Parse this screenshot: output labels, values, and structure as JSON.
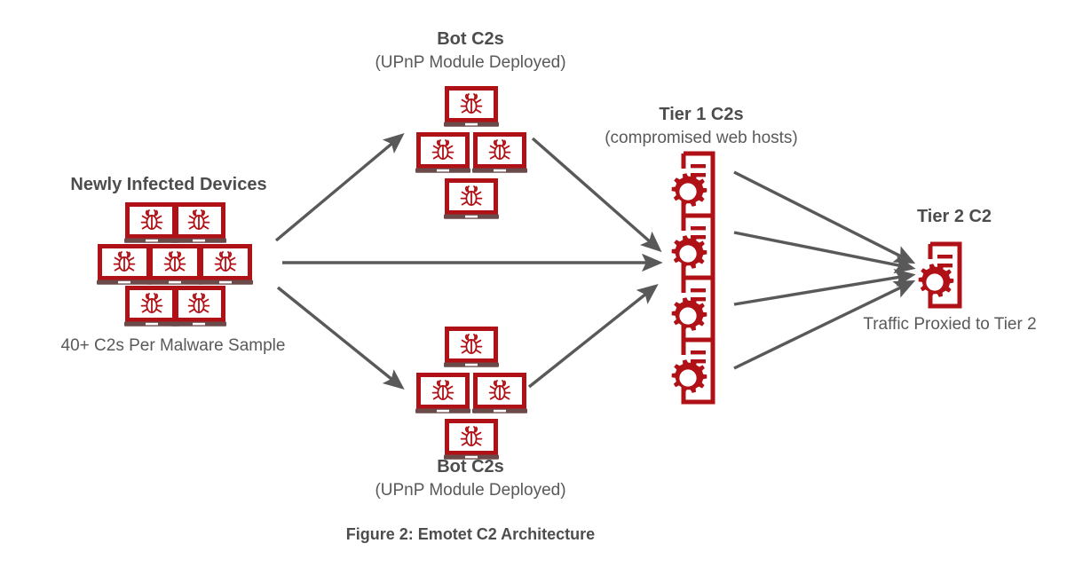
{
  "figure": {
    "caption": "Figure 2: Emotet C2 Architecture",
    "type": "diagram",
    "colors": {
      "icon_red": "#b01116",
      "laptop_base": "#6b4a4a",
      "arrow_gray": "#595959",
      "text_gray": "#595959",
      "heading_gray": "#4d4d4d",
      "background": "#ffffff"
    }
  },
  "nodes": {
    "infected": {
      "title": "Newly Infected Devices",
      "subtitle": "40+ C2s Per Malware Sample",
      "icon": "laptop-bug-icon",
      "count": 7,
      "rows": [
        2,
        3,
        2
      ]
    },
    "bot_c2s_top": {
      "title": "Bot C2s",
      "subtitle": "(UPnP Module Deployed)",
      "icon": "laptop-bug-icon",
      "count": 4,
      "arrangement": "diamond"
    },
    "bot_c2s_bottom": {
      "title": "Bot C2s",
      "subtitle": "(UPnP Module Deployed)",
      "icon": "laptop-bug-icon",
      "count": 4,
      "arrangement": "diamond"
    },
    "tier1": {
      "title": "Tier 1 C2s",
      "subtitle": "(compromised web hosts)",
      "icon": "server-gear-icon",
      "count": 4
    },
    "tier2": {
      "title": "Tier 2 C2",
      "subtitle": "Traffic Proxied to Tier 2",
      "icon": "server-gear-icon",
      "count": 1
    }
  },
  "edges": [
    {
      "id": "infected-to-bot-top",
      "from": "infected",
      "to": "bot_c2s_top",
      "style": "arrow"
    },
    {
      "id": "infected-to-tier1",
      "from": "infected",
      "to": "tier1",
      "style": "arrow"
    },
    {
      "id": "infected-to-bot-bottom",
      "from": "infected",
      "to": "bot_c2s_bottom",
      "style": "arrow"
    },
    {
      "id": "bot-top-to-tier1",
      "from": "bot_c2s_top",
      "to": "tier1",
      "style": "arrow"
    },
    {
      "id": "bot-bottom-to-tier1",
      "from": "bot_c2s_bottom",
      "to": "tier1",
      "style": "arrow"
    },
    {
      "id": "tier1-1-to-tier2",
      "from": "tier1",
      "to": "tier2",
      "style": "arrow"
    },
    {
      "id": "tier1-2-to-tier2",
      "from": "tier1",
      "to": "tier2",
      "style": "arrow"
    },
    {
      "id": "tier1-3-to-tier2",
      "from": "tier1",
      "to": "tier2",
      "style": "arrow"
    },
    {
      "id": "tier1-4-to-tier2",
      "from": "tier1",
      "to": "tier2",
      "style": "arrow"
    }
  ]
}
